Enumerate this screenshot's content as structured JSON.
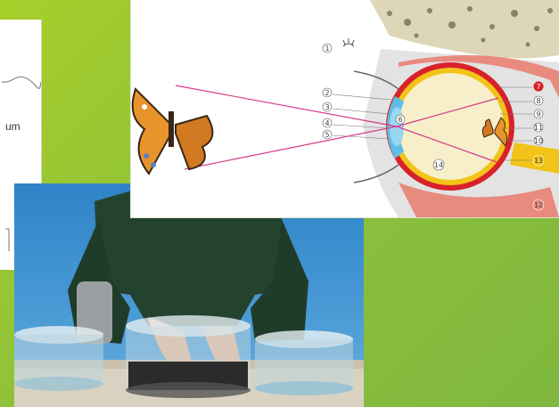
{
  "left_card": {
    "snippet": "um"
  },
  "eye_diagram": {
    "labels": [
      "1",
      "2",
      "3",
      "4",
      "5",
      "6",
      "7",
      "8",
      "9",
      "10",
      "11",
      "12",
      "13",
      "14"
    ],
    "colors": {
      "red_layer": "#d8222a",
      "yellow_layer": "#f2c318",
      "lens": "#5bbde8",
      "ray": "#d63a8a",
      "vitreous": "#f7efc9"
    }
  }
}
